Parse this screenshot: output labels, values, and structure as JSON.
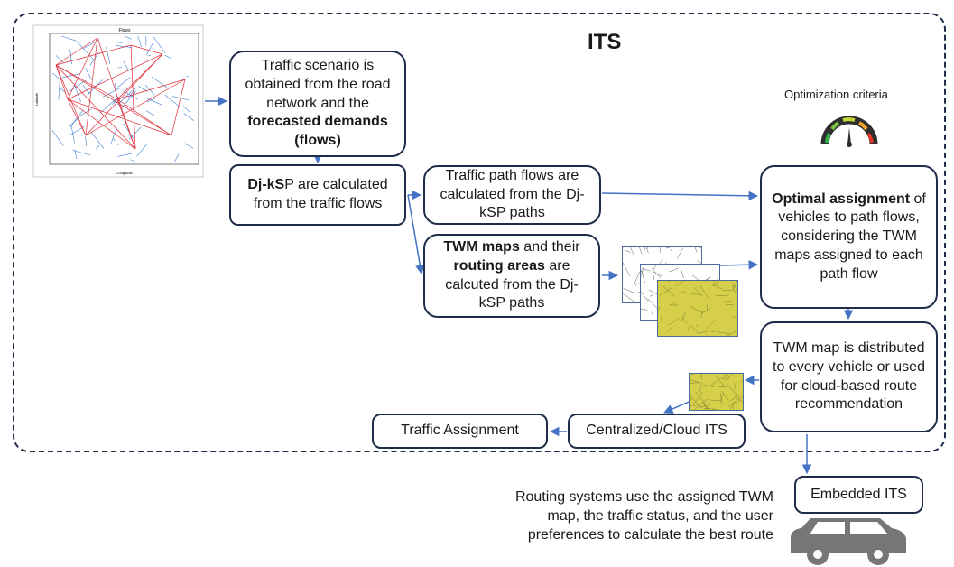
{
  "frame": {
    "title": "ITS"
  },
  "scenario_box": {
    "pre": "Traffic scenario is obtained from the road network and the ",
    "bold": "forecasted demands (flows)"
  },
  "djksp_box": {
    "bold": "Dj-kS",
    "rest": "P are calculated from the traffic flows"
  },
  "path_flows_box": {
    "text": "Traffic path flows are calculated from the Dj-kSP paths"
  },
  "twm_box": {
    "bold1": "TWM maps",
    "mid": " and their ",
    "bold2": "routing areas",
    "rest": " are calcuted from the Dj-kSP paths"
  },
  "optimal_box": {
    "bold": "Optimal assignment",
    "rest": " of vehicles to path flows, considering the TWM maps assigned to each path flow"
  },
  "distributed_box": {
    "text": "TWM map is distributed to every vehicle or used for cloud-based route recommendation"
  },
  "centralized_box": {
    "text": "Centralized/Cloud ITS"
  },
  "traffic_assignment_box": {
    "text": "Traffic Assignment"
  },
  "embedded_box": {
    "text": "Embedded ITS"
  },
  "routing_text": "Routing systems use the assigned TWM map, the traffic status, and the user preferences to calculate the best route",
  "optimization_label": "Optimization criteria",
  "network_plot": {
    "title": "Flows",
    "xlabel": "Longitude",
    "ylabel": "Latitude",
    "line_colors": {
      "flows": "#e0303a",
      "roads": "#3d7fd1"
    }
  },
  "colors": {
    "border": "#1f2d4a",
    "arrow": "#4472c4",
    "map_yellow": "#d6cf4a"
  },
  "icons": {
    "gauge": "speedometer-icon",
    "car": "car-icon"
  }
}
